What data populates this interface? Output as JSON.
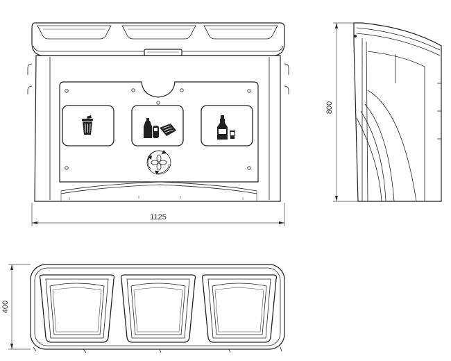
{
  "dimensions": {
    "width": "1125",
    "height": "800",
    "depth": "400"
  },
  "icons": {
    "recycling_symbol": "recycling-icon",
    "general_waste": "trash-bin-icon",
    "plastic_paper": "bottles-and-paper-icon",
    "glass": "glass-bottle-icon"
  },
  "colors": {
    "line": "#222222",
    "background": "#ffffff"
  }
}
